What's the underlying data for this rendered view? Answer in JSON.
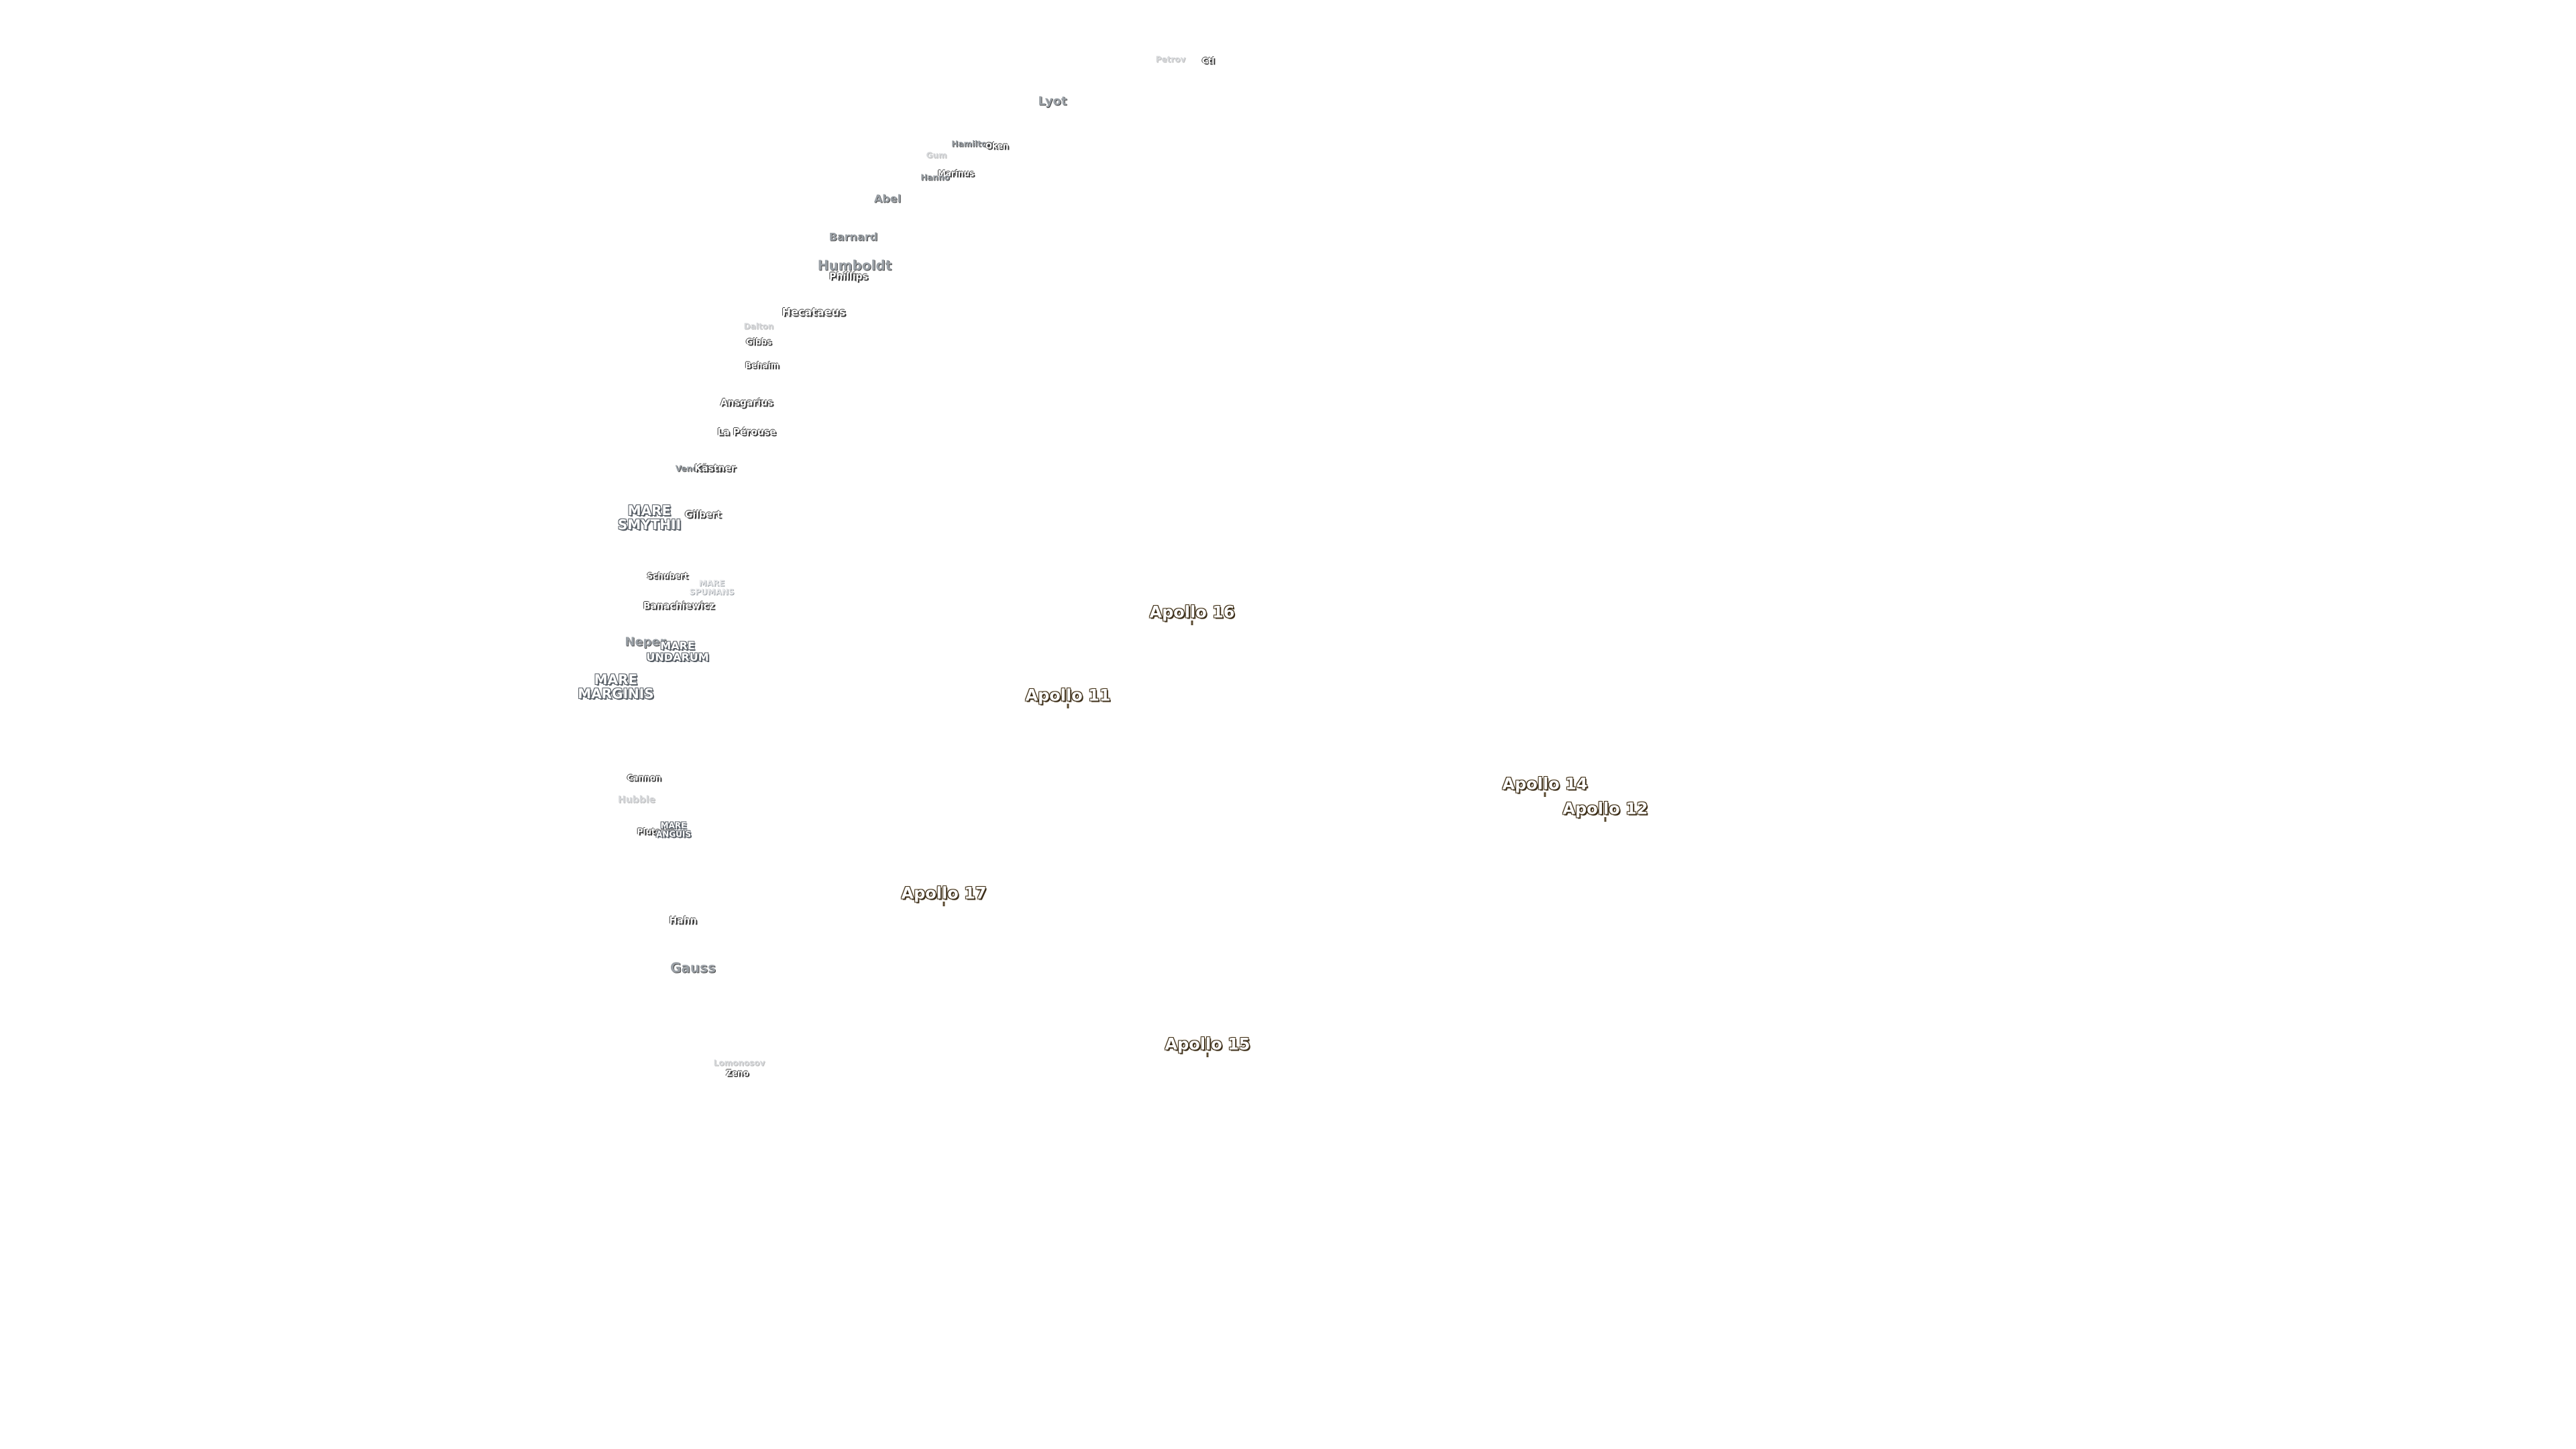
{
  "map": {
    "apollo_sites": [
      {
        "key": "a16",
        "name": "Apollo 16"
      },
      {
        "key": "a11",
        "name": "Apollo 11"
      },
      {
        "key": "a14",
        "name": "Apollo 14"
      },
      {
        "key": "a12",
        "name": "Apollo 12"
      },
      {
        "key": "a17",
        "name": "Apollo 17"
      },
      {
        "key": "a15",
        "name": "Apollo 15"
      }
    ],
    "features": {
      "petrov": "Petrov",
      "ctl": "Ctl",
      "lyot": "Lyot",
      "hamilton": "Hamilton",
      "oken": "Oken",
      "gum": "Gum",
      "marinus": "Marinus",
      "hanno": "Hanno",
      "abel": "Abel",
      "barnard": "Barnard",
      "humboldt": "Humboldt",
      "phillips": "Phillips",
      "hecataeus": "Hecataeus",
      "dalton": "Dalton",
      "gibbs": "Gibbs",
      "behaim": "Behaim",
      "ansgarius": "Ansgarius",
      "la_perouse": "La Pérouse",
      "vendelinus": "Vendelinus",
      "kastner": "Kästner",
      "gilbert": "Gilbert",
      "schubert": "Schubert",
      "banachiewicz": "Banachiewicz",
      "neper": "Neper",
      "cannon": "Cannon",
      "hubble": "Hubble",
      "plutarch": "Plutarch",
      "hahn": "Hahn",
      "gauss": "Gauss",
      "lomonosov": "Lomonosov",
      "zeno": "Zeno"
    },
    "maria": {
      "smythii": "MARE\nSMYTHII",
      "spumans": "MARE\nSPUMANS",
      "undarum": "MARE\nUNDARUM",
      "marginis": "MARE\nMARGINIS",
      "anguis": "MARE\nANGUIS"
    }
  }
}
